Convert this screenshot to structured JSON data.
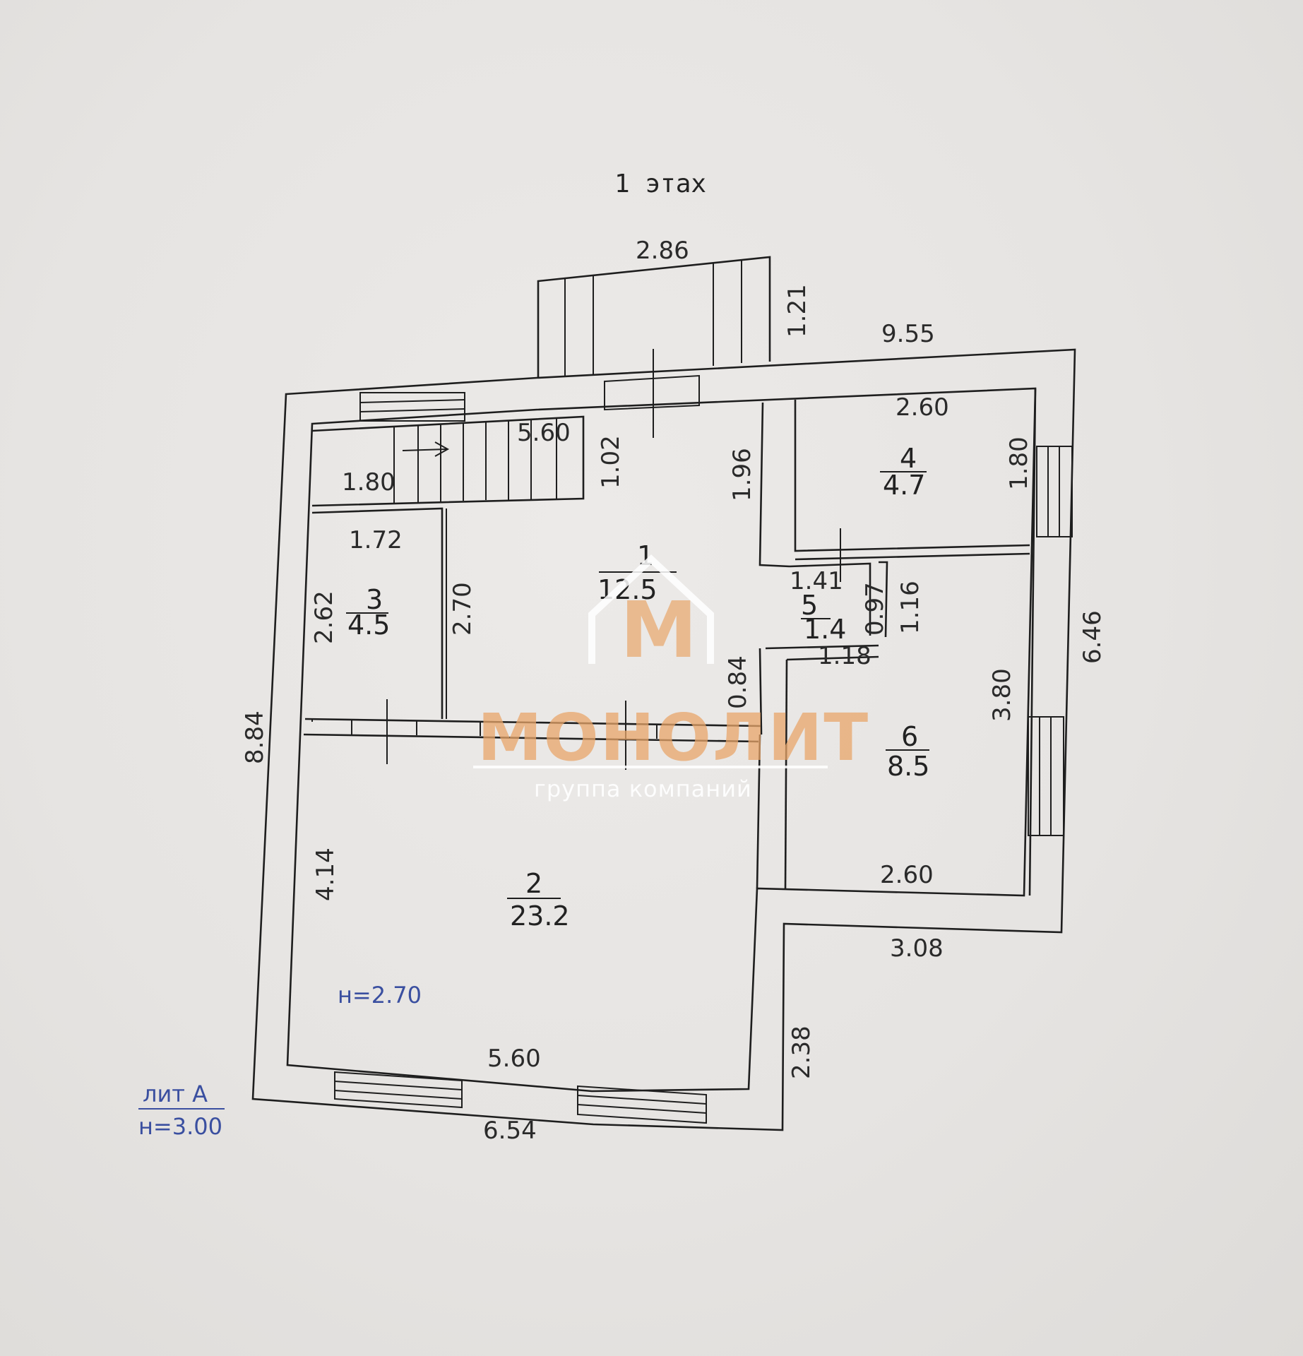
{
  "plan": {
    "floor_title": "1 этах",
    "letter_label": "лит А",
    "letter_height": "н=3.00",
    "room_height": "н=2.70"
  },
  "rooms": [
    {
      "num": "1",
      "area": "12.5"
    },
    {
      "num": "2",
      "area": "23.2"
    },
    {
      "num": "3",
      "area": "4.5"
    },
    {
      "num": "4",
      "area": "4.7"
    },
    {
      "num": "5",
      "area": "1.4"
    },
    {
      "num": "6",
      "area": "8.5"
    }
  ],
  "dims": {
    "porch_width": "2.86",
    "porch_depth": "1.21",
    "top_width": "9.55",
    "stair_len": "5.60",
    "stair_width": "1.80",
    "hall_w_top": "1.02",
    "hall_depth": "1.96",
    "r4_width": "2.60",
    "r4_height": "1.80",
    "r3_width": "1.72",
    "r3_height": "2.62",
    "hall_left": "2.70",
    "r5_width_top": "1.41",
    "r5_h1": "0.97",
    "r5_h2": "1.16",
    "r5_width_bottom": "1.18",
    "hall_step": "0.84",
    "r6_height": "3.80",
    "right_outer": "6.46",
    "left_outer": "8.84",
    "r2_height": "4.14",
    "r6_width": "2.60",
    "bottom_right": "3.08",
    "r2_width": "5.60",
    "bottom_left": "6.54",
    "right_lower": "2.38"
  },
  "watermark": {
    "logo_letter": "М",
    "brand": "МОНОЛИТ",
    "tagline": "группа компаний"
  },
  "colors": {
    "watermark": "#e8a56a",
    "blue_text": "#3a4fa0"
  }
}
